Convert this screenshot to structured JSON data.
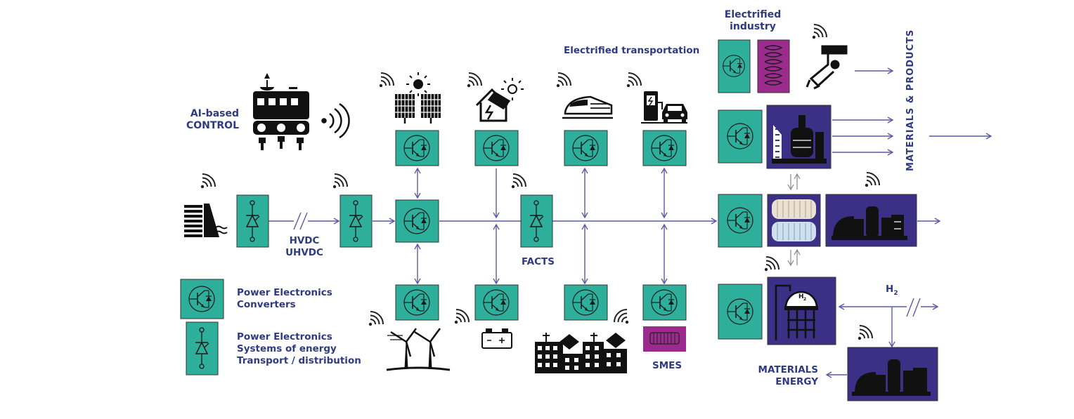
{
  "labels": {
    "ai_control": "AI-based\nCONTROL",
    "electrified_transportation": "Electrified transportation",
    "electrified_industry": "Electrified\nindustry",
    "hvdc": "HVDC\nUHVDC",
    "facts": "FACTS",
    "smes": "SMES",
    "h2": "H",
    "h2_sub": "2",
    "materials_products": "MATERIALS & PRODUCTS",
    "materials_energy": "MATERIALS\nENERGY"
  },
  "legend": {
    "converters": "Power Electronics\nConverters",
    "systems": "Power Electronics\nSystems of energy\nTransport / distribution"
  },
  "colors": {
    "teal": "#2eaf9c",
    "navy": "#2e3a82",
    "indigo": "#3b2f86",
    "magenta": "#9c2b8e",
    "line": "#5a5aa6",
    "icon": "#111111"
  },
  "icons": [
    "hydro-dam-icon",
    "wind-turbines-icon",
    "solar-panels-icon",
    "solar-house-icon",
    "battery-icon",
    "high-speed-train-icon",
    "ev-charging-icon",
    "smart-buildings-icon",
    "ai-control-icon",
    "robot-arm-icon",
    "industrial-plant-icon",
    "hydrogen-tank-icon",
    "storage-cylinder-icon",
    "wifi-icon"
  ]
}
